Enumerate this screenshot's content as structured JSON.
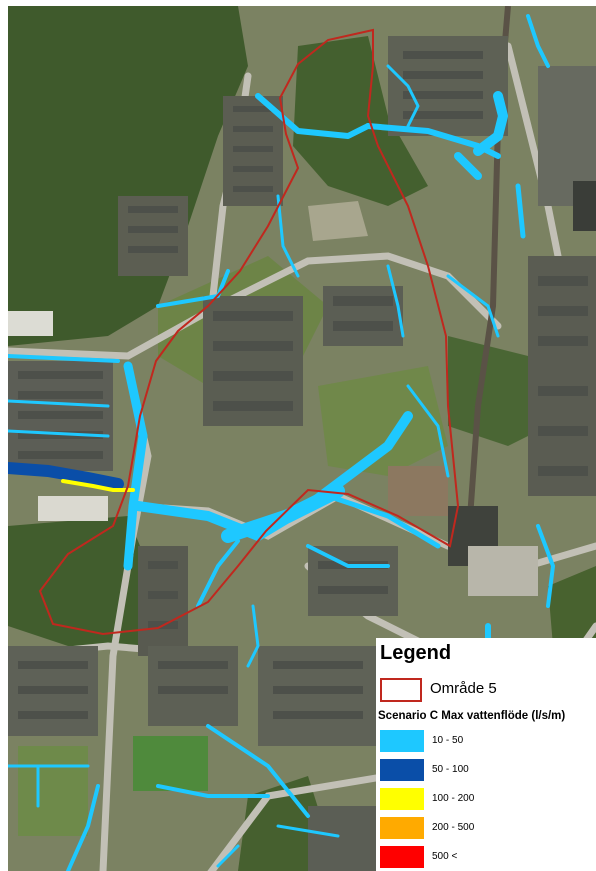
{
  "legend": {
    "title": "Legend",
    "area_label": "Område 5",
    "subtitle": "Scenario C Max vattenflöde (l/s/m)",
    "classes": [
      {
        "label": "10 - 50",
        "color": "#1ec8ff"
      },
      {
        "label": "50 - 100",
        "color": "#0a4ea8"
      },
      {
        "label": "100 - 200",
        "color": "#ffff00"
      },
      {
        "label": "200 - 500",
        "color": "#ffaa00"
      },
      {
        "label": "500 <",
        "color": "#ff0000"
      }
    ]
  },
  "colors": {
    "area_outline": "#c0281e",
    "forest": "#3f5a2c",
    "lawn": "#7d9a4e",
    "road": "#b9b7ae",
    "roof": "#555750",
    "flow_low": "#1ec8ff",
    "flow_mid": "#0a4ea8",
    "flow_high": "#ffff00"
  }
}
